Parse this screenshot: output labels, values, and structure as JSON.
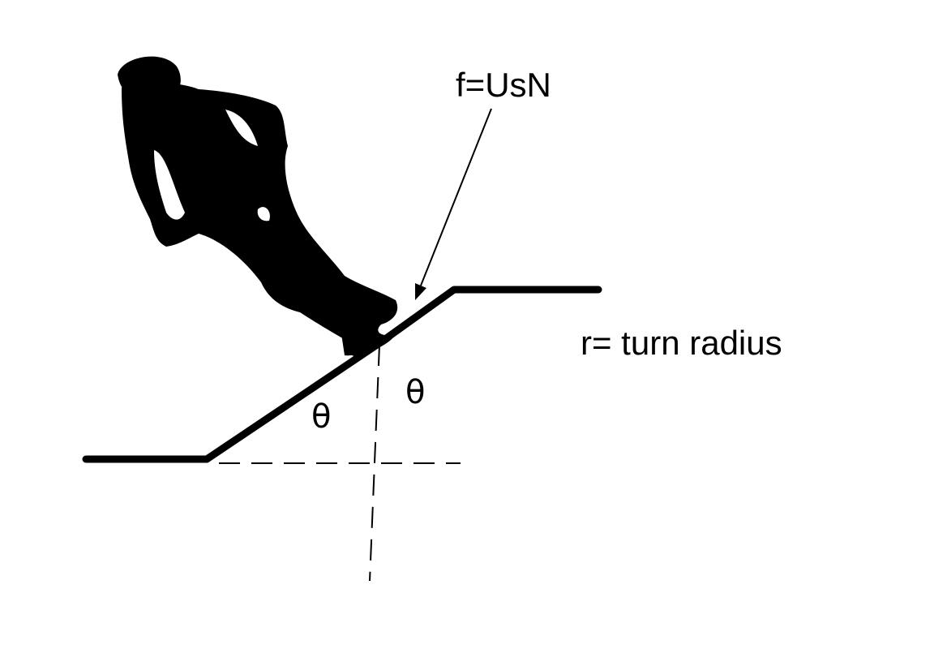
{
  "labels": {
    "friction": "f=UsN",
    "radius": "r= turn radius",
    "theta_left": "θ",
    "theta_right": "θ"
  },
  "colors": {
    "ink": "#000000",
    "background": "#ffffff"
  }
}
